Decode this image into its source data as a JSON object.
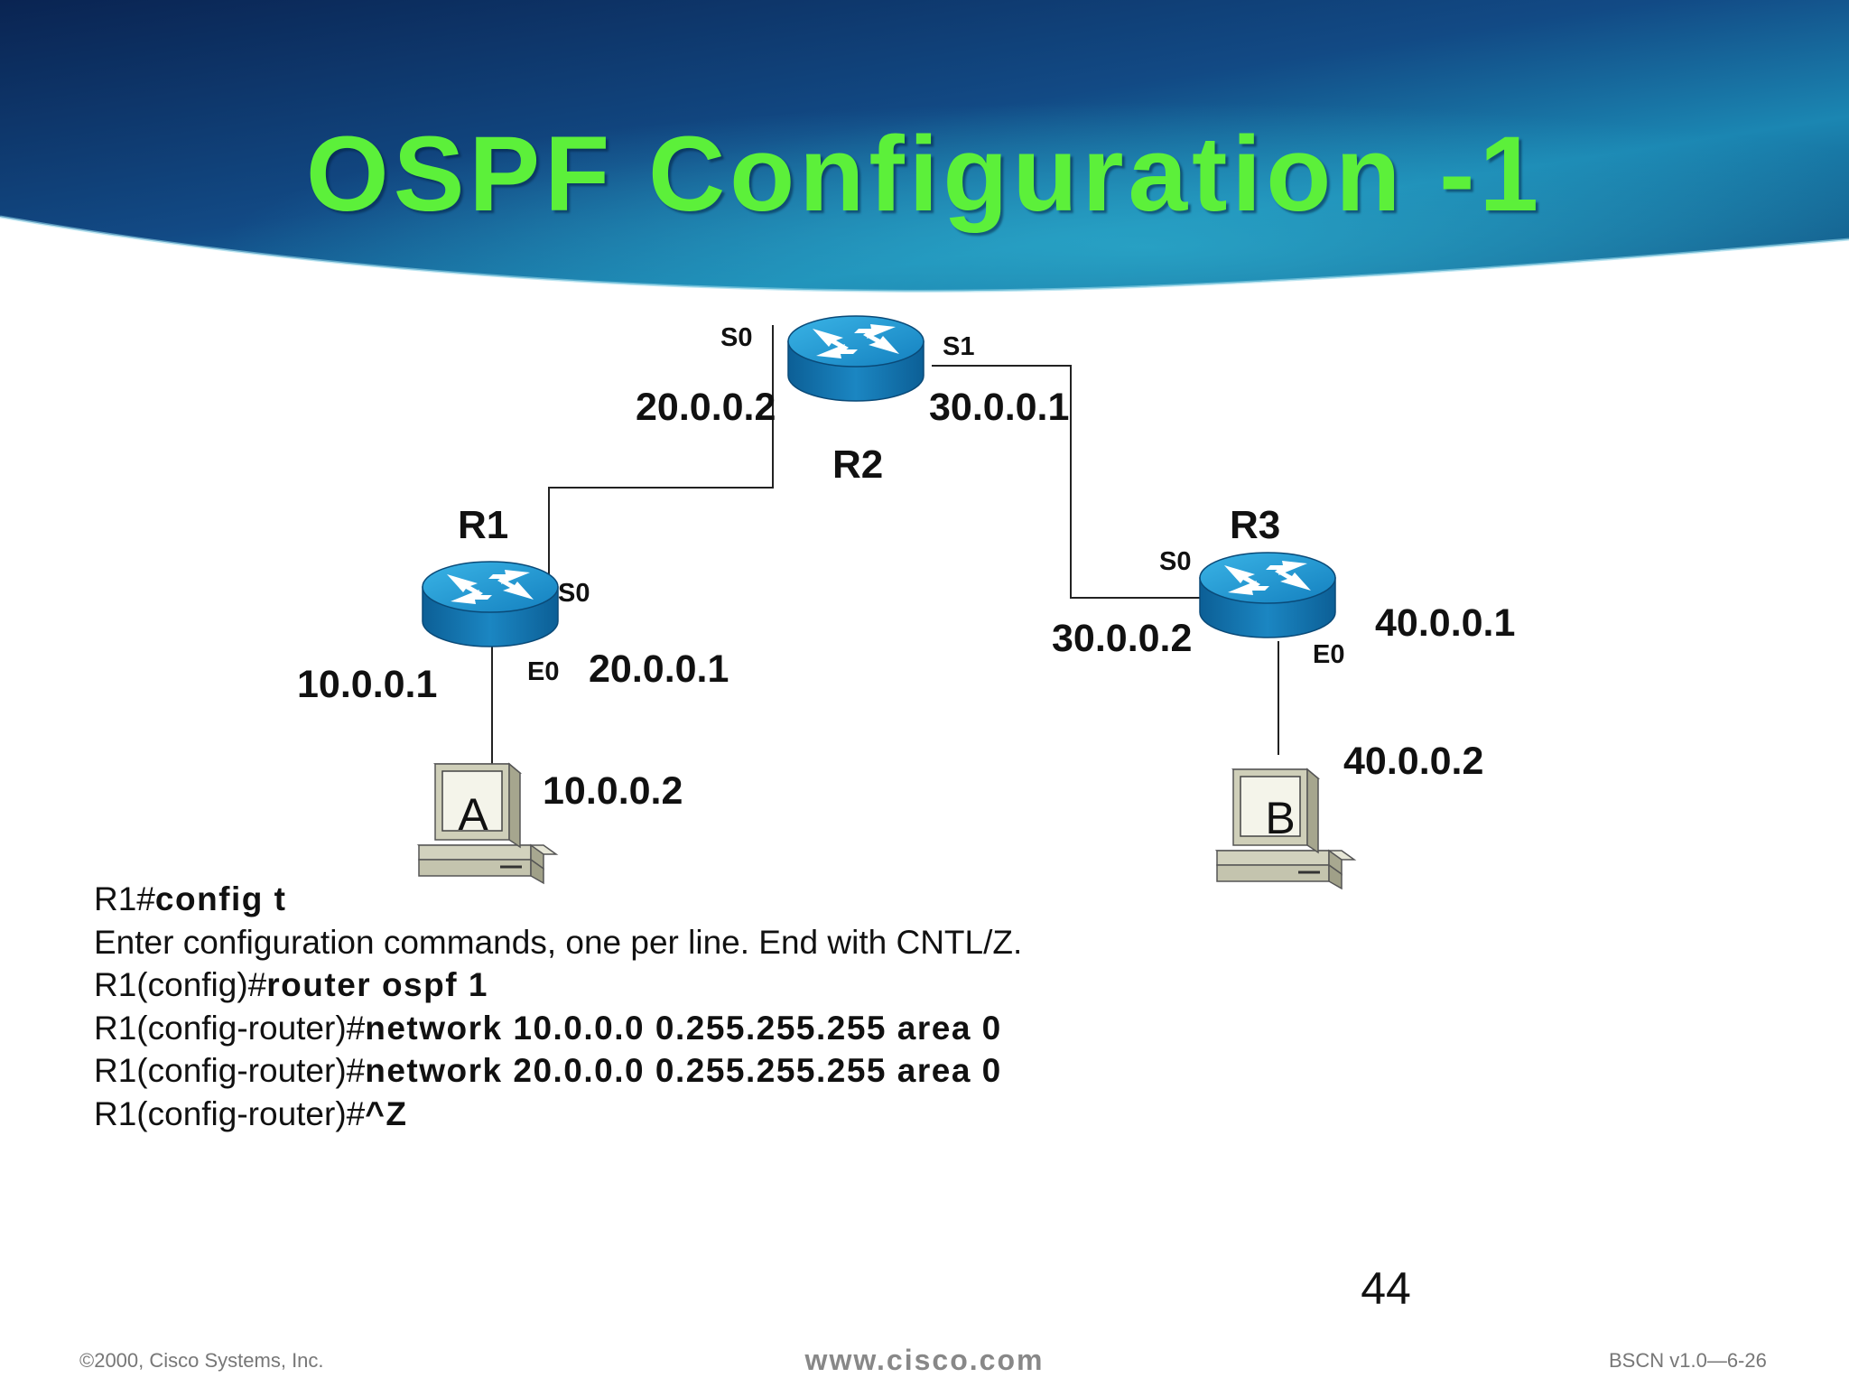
{
  "slide": {
    "title": "OSPF Configuration -1",
    "page_number": "44"
  },
  "diagram": {
    "routers": [
      {
        "name": "R1",
        "ports": {
          "s0": "S0",
          "e0": "E0"
        }
      },
      {
        "name": "R2",
        "ports": {
          "s0": "S0",
          "s1": "S1"
        }
      },
      {
        "name": "R3",
        "ports": {
          "s0": "S0",
          "e0": "E0"
        }
      }
    ],
    "hosts": [
      {
        "name": "A",
        "ip": "10.0.0.2"
      },
      {
        "name": "B",
        "ip": "40.0.0.2"
      }
    ],
    "interface_ips": {
      "r1_e0": "10.0.0.1",
      "r1_s0": "20.0.0.1",
      "r2_s0": "20.0.0.2",
      "r2_s1": "30.0.0.1",
      "r3_s0": "30.0.0.2",
      "r3_e0": "40.0.0.1"
    }
  },
  "cli": [
    {
      "prompt": "R1#",
      "command": "config t"
    },
    {
      "prompt": "Enter configuration commands, one per line. End with CNTL/Z.",
      "command": ""
    },
    {
      "prompt": "R1(config)#",
      "command": "router ospf 1"
    },
    {
      "prompt": "R1(config-router)#",
      "command": "network 10.0.0.0 0.255.255.255 area 0"
    },
    {
      "prompt": "R1(config-router)#",
      "command": "network 20.0.0.0 0.255.255.255 area 0"
    },
    {
      "prompt": "R1(config-router)#",
      "command": "^Z"
    }
  ],
  "footer": {
    "copyright": "©2000, Cisco Systems, Inc.",
    "website": "www.cisco.com",
    "course_code": "BSCN v1.0—6-26"
  },
  "colors": {
    "title": "#5cf03a",
    "banner_dark": "#0b2a5a",
    "banner_light": "#1e8cb4",
    "router_blue": "#1d8fc8",
    "pc_beige": "#d6d6c2"
  },
  "icons": {
    "router": "router-icon",
    "pc": "desktop-pc-icon"
  }
}
